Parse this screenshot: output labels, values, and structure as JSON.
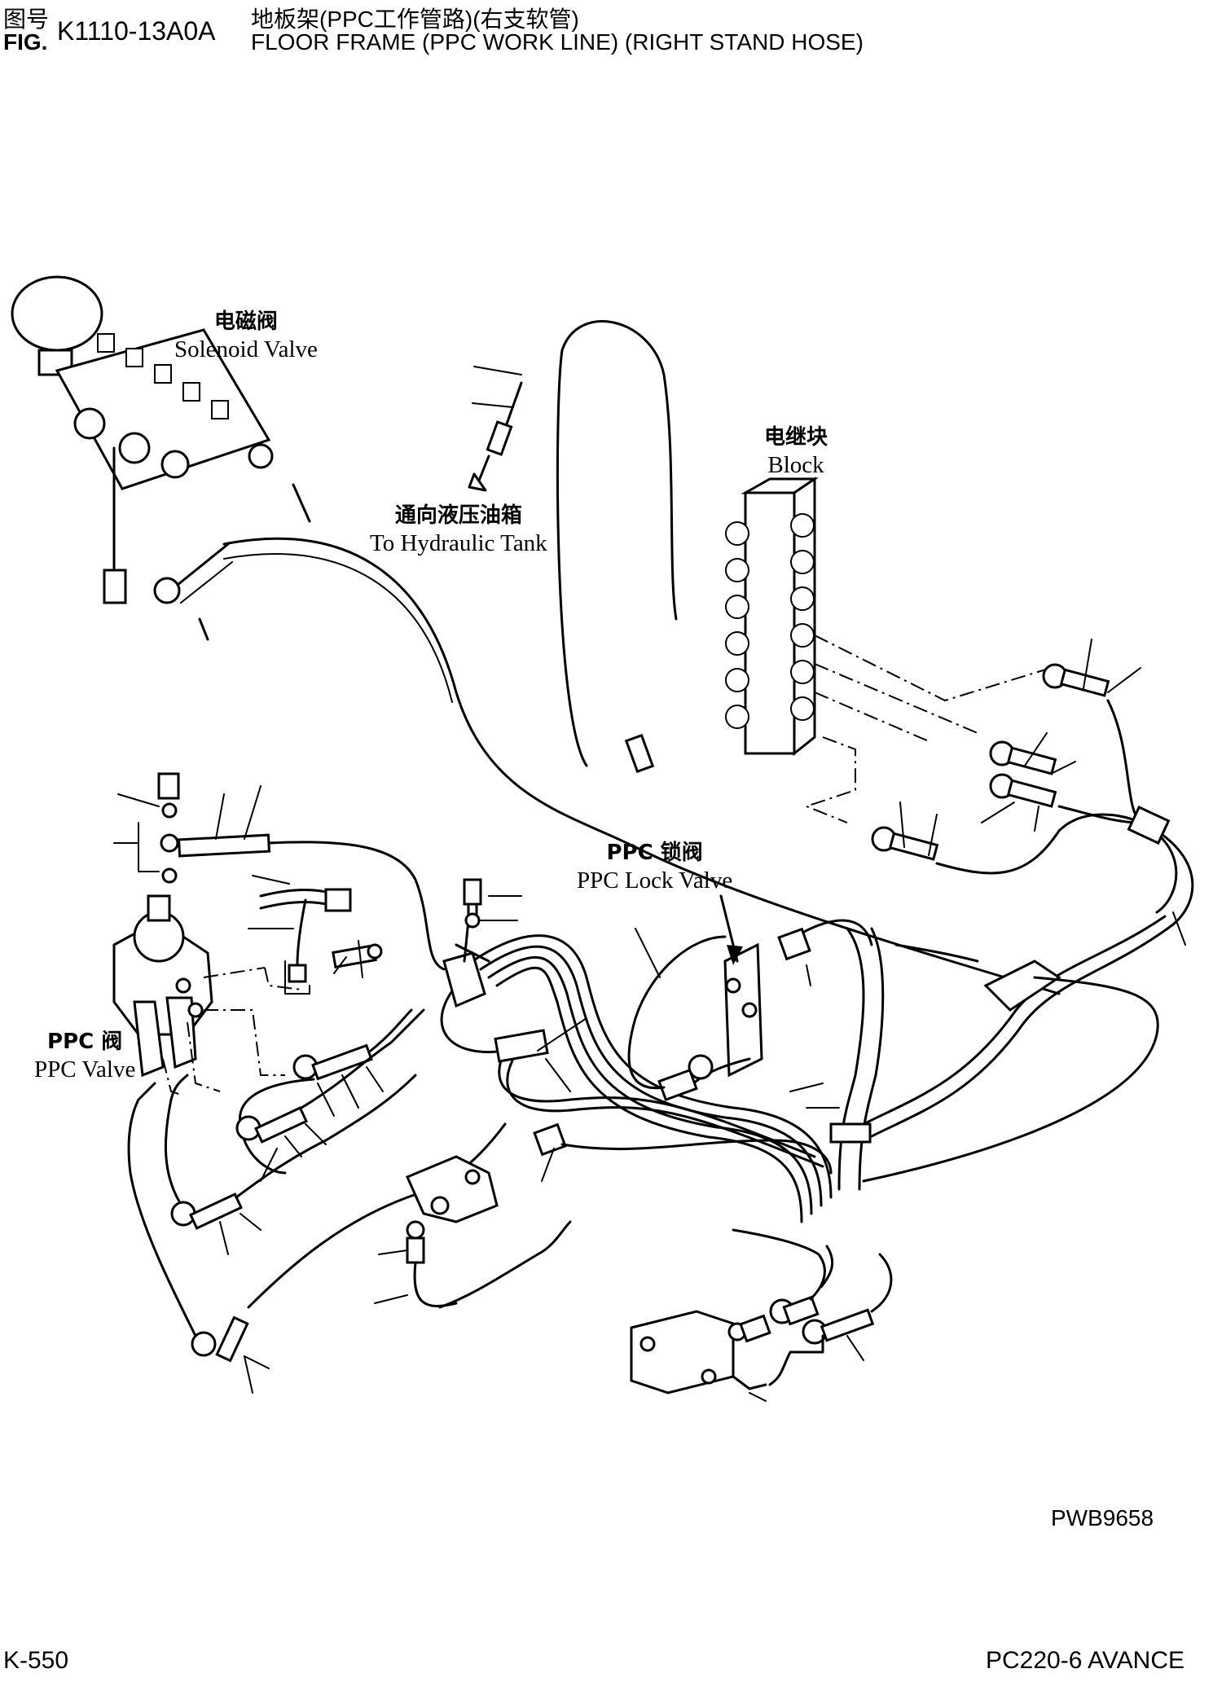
{
  "header": {
    "fig_label_zh": "图号",
    "fig_label_en": "FIG.",
    "fig_number": "K1110-13A0A",
    "title_zh": "地板架(PPC工作管路)(右支软管)",
    "title_en": "FLOOR FRAME (PPC WORK LINE) (RIGHT STAND HOSE)"
  },
  "labels": {
    "solenoid_valve": {
      "zh": "电磁阀",
      "en": "Solenoid Valve"
    },
    "hydraulic_tank": {
      "zh": "通向液压油箱",
      "en": "To Hydraulic Tank"
    },
    "block": {
      "zh": "电继块",
      "en": "Block"
    },
    "ppc_lock_valve": {
      "zh": "PPC 锁阀",
      "en": "PPC Lock Valve"
    },
    "ppc_valve": {
      "zh": "PPC 阀",
      "en": "PPC Valve"
    }
  },
  "drawing_code": "PWB9658",
  "footer": {
    "page": "K-550",
    "model": "PC220-6 AVANCE"
  }
}
